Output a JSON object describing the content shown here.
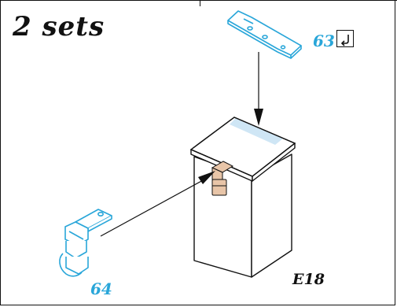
{
  "title": "2 sets",
  "callouts": {
    "part_63": "63",
    "part_64": "64"
  },
  "figure_code": "E18",
  "colors": {
    "part_line": "#29a6d9",
    "tab": "#e8c5a8",
    "outline": "#111111"
  },
  "icons": {
    "checkbox": "check-return-icon"
  }
}
